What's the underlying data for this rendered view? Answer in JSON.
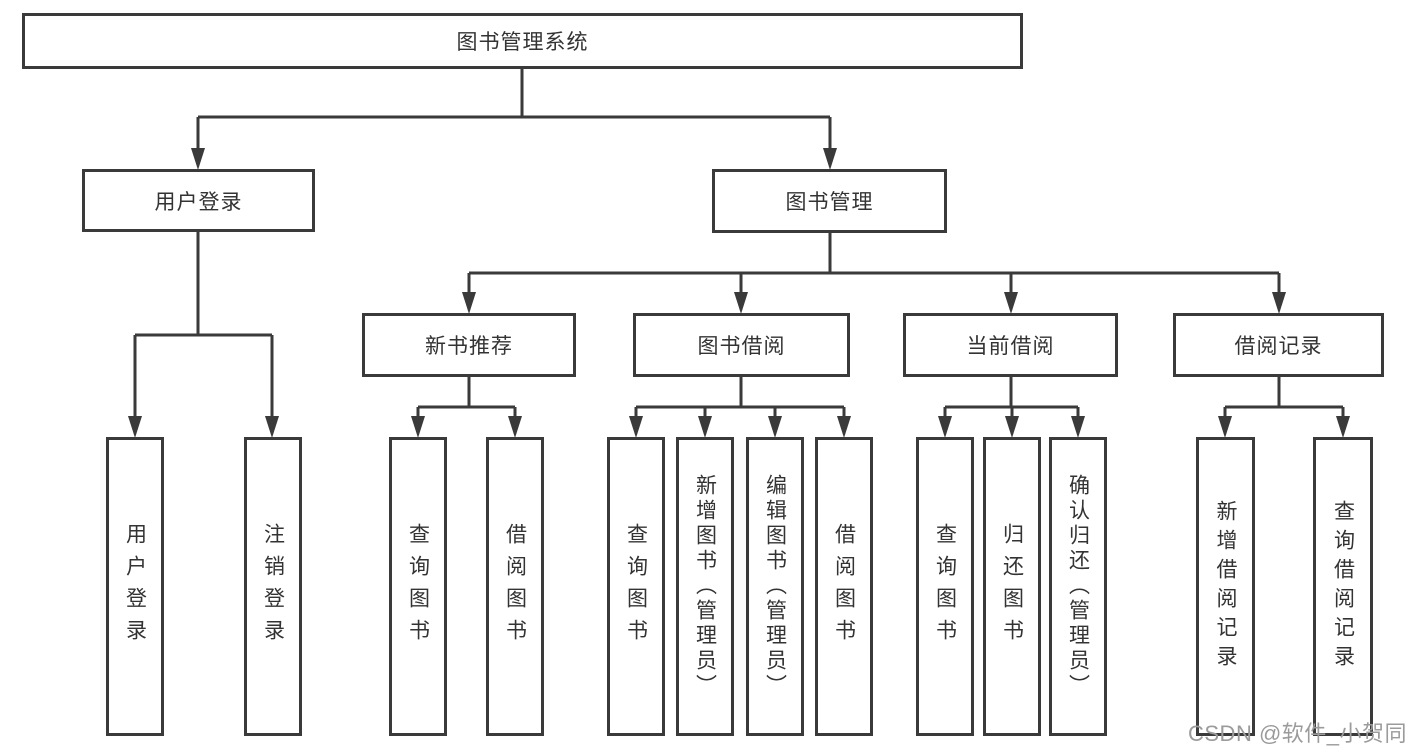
{
  "diagram_title": "图书管理系统",
  "tree": {
    "root": {
      "label": "图书管理系统"
    },
    "children": [
      {
        "label": "用户登录",
        "children": [
          {
            "label": "用户登录"
          },
          {
            "label": "注销登录"
          }
        ]
      },
      {
        "label": "图书管理",
        "children": [
          {
            "label": "新书推荐",
            "children": [
              {
                "label": "查询图书"
              },
              {
                "label": "借阅图书"
              }
            ]
          },
          {
            "label": "图书借阅",
            "children": [
              {
                "label": "查询图书"
              },
              {
                "label": "新增图书（管理员）"
              },
              {
                "label": "编辑图书（管理员）"
              },
              {
                "label": "借阅图书"
              }
            ]
          },
          {
            "label": "当前借阅",
            "children": [
              {
                "label": "查询图书"
              },
              {
                "label": "归还图书"
              },
              {
                "label": "确认归还（管理员）"
              }
            ]
          },
          {
            "label": "借阅记录",
            "children": [
              {
                "label": "新增借阅记录"
              },
              {
                "label": "查询借阅记录"
              }
            ]
          }
        ]
      }
    ]
  },
  "watermark": {
    "text": "CSDN @软件_小贺同学"
  },
  "colors": {
    "line": "#3a3a3a",
    "box_border": "#3a3a3a",
    "text": "#333333",
    "watermark": "#9b9b9b",
    "background": "#ffffff"
  }
}
